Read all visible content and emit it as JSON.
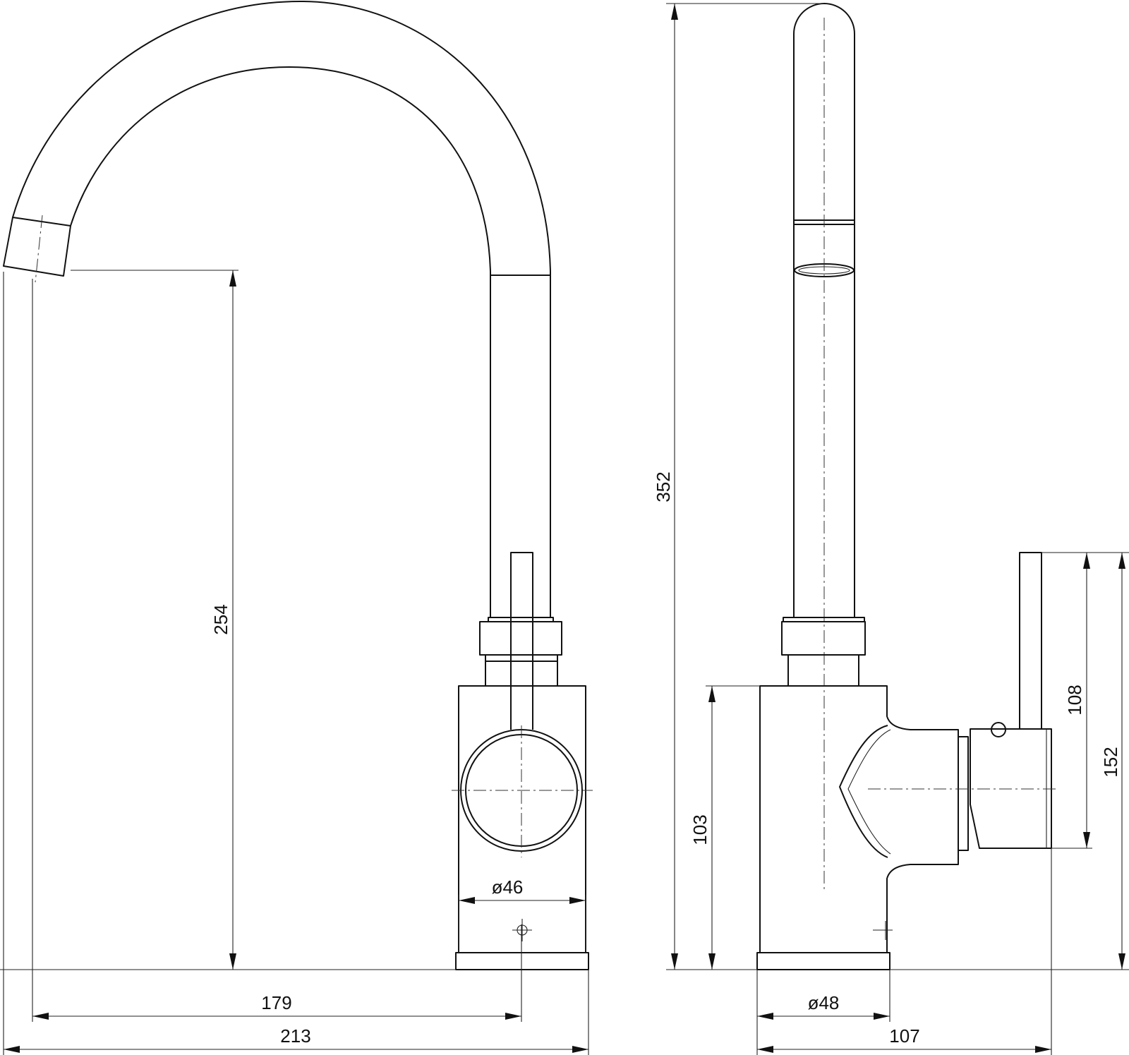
{
  "dimensions": {
    "spout_height": "254",
    "total_height": "352",
    "front_base_diameter": "ø46",
    "side_base_diameter": "ø48",
    "spout_reach": "179",
    "total_width": "213",
    "body_height": "103",
    "lever_height_upper": "108",
    "lever_height_total": "152",
    "side_depth": "107"
  }
}
